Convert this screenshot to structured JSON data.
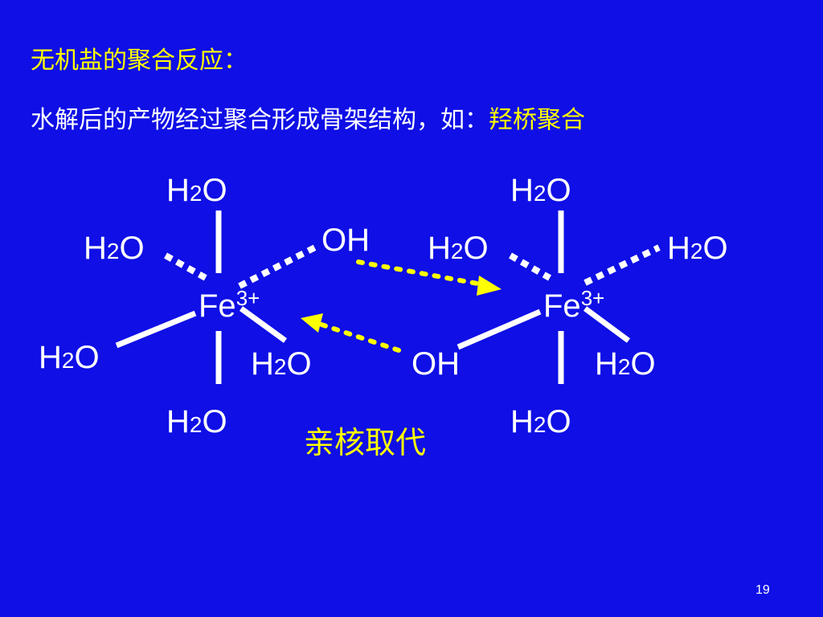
{
  "slide": {
    "title": "无机盐的聚合反应：",
    "subtitle_prefix": "水解后的产物经过聚合形成骨架结构，如：",
    "subtitle_highlight": "羟桥聚合",
    "caption": "亲核取代",
    "page_number": "19"
  },
  "diagram": {
    "water_h": "H",
    "water_sub": "2",
    "water_o": "O",
    "hydroxide": "OH",
    "iron": "Fe",
    "iron_charge": "3+"
  },
  "colors": {
    "background": "#0f0fe6",
    "text": "#ffffff",
    "accent": "#ffff00"
  }
}
